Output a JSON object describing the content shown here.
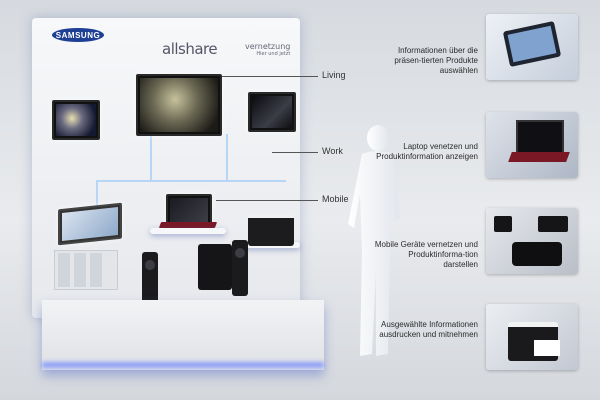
{
  "stand": {
    "brand_logo": "SAMSUNG",
    "product_logo": "allshare",
    "headline": "vernetzung",
    "subline": "Hier und jetzt"
  },
  "zones": {
    "living": "Living",
    "work": "Work",
    "mobile": "Mobile"
  },
  "panels": [
    {
      "desc": "Informationen über die präsen-tierten Produkte auswählen",
      "image": "tablet-touch-photo"
    },
    {
      "desc": "Laptop venetzen und Produktinformation anzeigen",
      "image": "laptop-photo"
    },
    {
      "desc": "Mobile Geräte vernetzen und Produktinforma-tion darstellen",
      "image": "mobile-devices-photo"
    },
    {
      "desc": "Ausgewählte Informationen ausdrucken und mitnehmen",
      "image": "printer-photo"
    }
  ],
  "colors": {
    "brand_blue": "#1f3f95",
    "glow_blue": "#8d9ff7",
    "background": "#e2e5e9"
  }
}
